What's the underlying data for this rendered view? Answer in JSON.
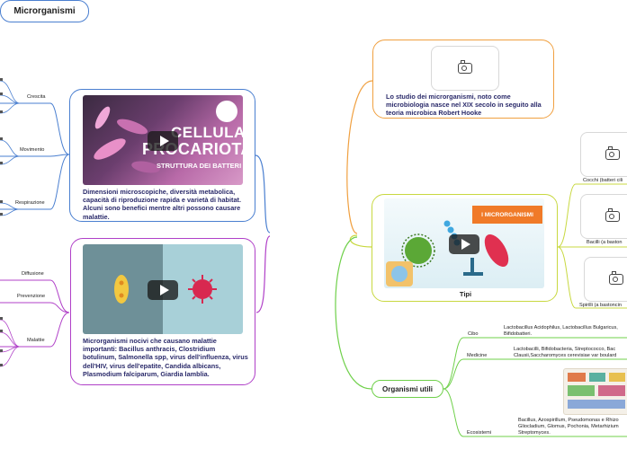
{
  "root": {
    "label": "Microrganismi"
  },
  "history": {
    "text": "Lo studio dei microrganismi, noto come microbiologia nasce nel XIX secolo in seguito alla teoria microbica Robert Hooke",
    "image_icon": "camera-icon"
  },
  "prokaryote": {
    "video_title_line1": "CELLULA",
    "video_title_line2": "PROCARIOTA",
    "video_subtitle": "STRUTTURA DEI BATTERI",
    "text": "Dimensioni microscopiche, diversità metabolica, capacità di riproduzione rapida e varietà di habitat. Alcuni sono benefici mentre altri possono causare malattie.",
    "branches": [
      "Crescita",
      "Movimento",
      "Respirazione"
    ]
  },
  "pathogens": {
    "text": "Microrganismi nocivi che causano malattie importanti: Bacillus anthracis, Clostridium botulinum, Salmonella spp, virus dell'influenza, virus dell'HIV, virus dell'epatite, Candida albicans, Plasmodium falciparum, Giardia lamblia.",
    "branches": [
      "Diffusione",
      "Prevenzione",
      "Malattie"
    ]
  },
  "types": {
    "label": "Tipi",
    "video_banner": "I MICRORGANISMI",
    "items": [
      "Cocchi (batteri cili",
      "Bacilli (a baston",
      "Spirilli (a bastoncin"
    ]
  },
  "useful": {
    "label": "Organismi utili",
    "items": [
      {
        "label": "Cibo",
        "text": "Lactobacillus Acidophilus, Lactobacillus Bulgaricus, Bifidobatteri."
      },
      {
        "label": "Medicine",
        "text": "Lactobacilli, Bifidobacteria, Streptococco, Bac Clausii,Saccharomyces cerevisiae var boulard"
      },
      {
        "label": "Ecosistemi",
        "text": "Bacillus, Azospirillum, Pseudomonas e Rhizo Gliocladium, Glomus, Pochonia, Metarhizium Streptomyces."
      }
    ]
  },
  "colors": {
    "blue": "#4a7fd0",
    "magenta": "#b040c8",
    "orange": "#f0a040",
    "yellow_green": "#c8d840",
    "green": "#6fd04a"
  }
}
